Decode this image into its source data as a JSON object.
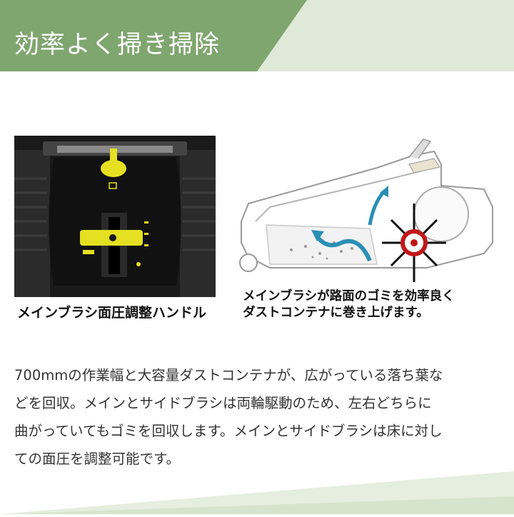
{
  "banner": {
    "title": "効率よく掃き掃除",
    "colors": {
      "primary": "#7fa66f",
      "light": "#cfe0c4"
    }
  },
  "photo": {
    "caption": "メインブラシ面圧調整ハンドル",
    "accent_color": "#e6e022",
    "icon": "handle-lever"
  },
  "diagram": {
    "caption_lines": [
      "メインブラシが路面のゴミを効率良く",
      "ダストコンテナに巻き上げます。"
    ],
    "arrow_color": "#2a8fb5",
    "rotation_color": "#c01818"
  },
  "body": {
    "lines": [
      "700mmの作業幅と大容量ダストコンテナが、広がっている落ち葉な",
      "どを回収。メインとサイドブラシは両輪駆動のため、左右どちらに",
      "曲がっていてもゴミを回収します。メインとサイドブラシは床に対し",
      "ての面圧を調整可能です。"
    ]
  }
}
